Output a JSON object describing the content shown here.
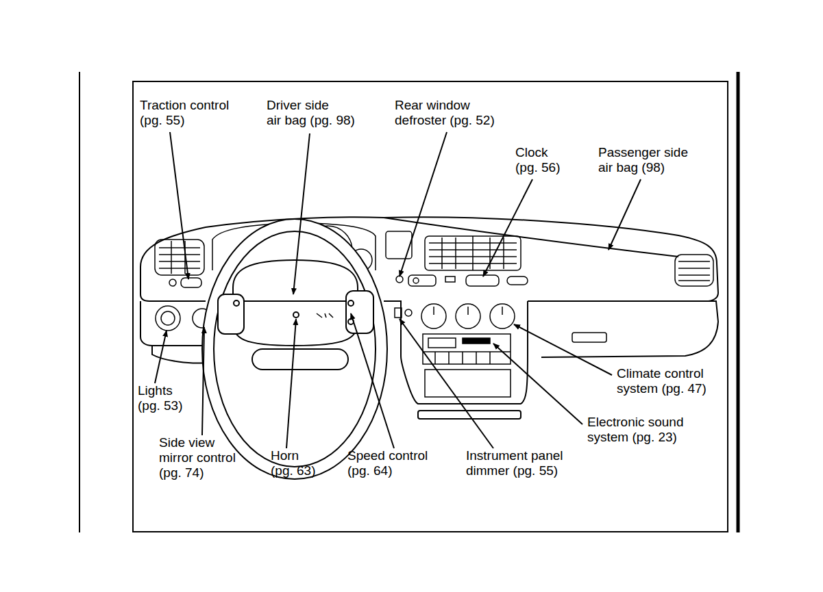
{
  "diagram": {
    "labels": [
      "Traction control (pg. 55)",
      "Driver side air bag (pg. 98)",
      "Rear window defroster (pg. 52)",
      "Clock (pg. 56)",
      "Passenger side air bag (98)",
      "Lights (pg. 53)",
      "Side view mirror control (pg. 74)",
      "Horn (pg. 63)",
      "Speed control (pg. 64)",
      "Instrument panel dimmer (pg. 55)",
      "Climate control system (pg. 47)",
      "Electronic sound system (pg. 23)"
    ]
  }
}
